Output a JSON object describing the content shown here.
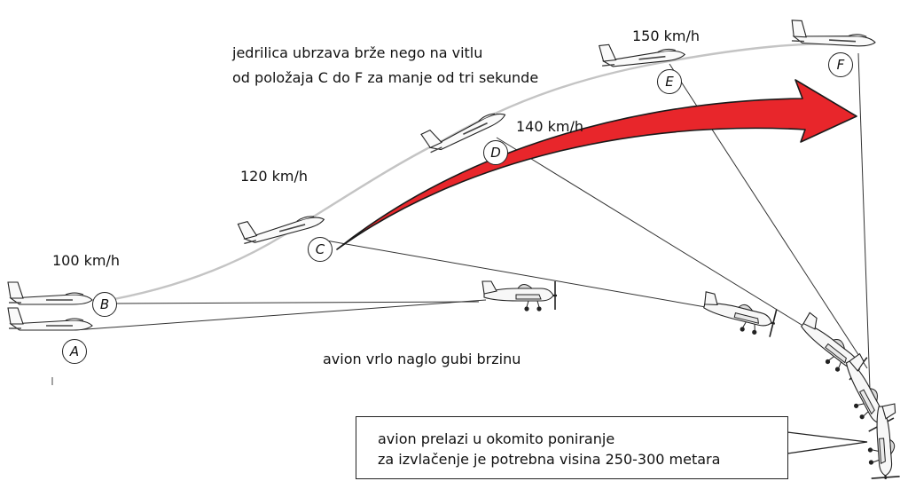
{
  "speeds": {
    "v100": "100 km/h",
    "v120": "120 km/h",
    "v140": "140 km/h",
    "v150": "150 km/h"
  },
  "notes": {
    "glider_line1": "jedrilica ubrzava brže nego na vitlu",
    "glider_line2": "od položaja C do F za manje od tri sekunde",
    "plane_speed": "avion vrlo naglo gubi brzinu"
  },
  "callout": {
    "line1": "avion prelazi u okomito poniranje",
    "line2": "za izvlačenje je potrebna visina 250-300 metara"
  },
  "positions": [
    "A",
    "B",
    "C",
    "D",
    "E",
    "F"
  ],
  "colors": {
    "arrow_fill": "#e8262b",
    "trajectory": "#c4c4c4",
    "tow_line": "#333333"
  },
  "icons": {
    "glider": "glider-icon",
    "airplane": "tow-plane-icon",
    "arrow": "red-curved-arrow-icon"
  }
}
